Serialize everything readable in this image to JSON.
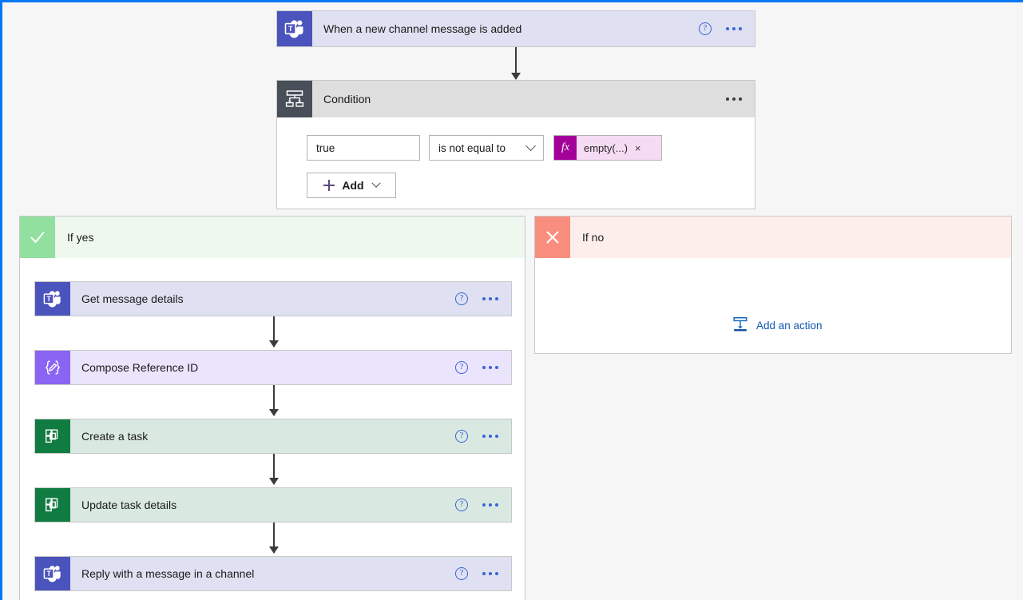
{
  "flow": {
    "trigger": {
      "title": "When a new channel message is added",
      "icon": "teams-icon",
      "help_icon": "help-icon",
      "more_icon": "more-options-icon"
    },
    "condition": {
      "title": "Condition",
      "icon": "condition-icon",
      "more_icon": "more-options-icon",
      "operand_left": "true",
      "operator": "is not equal to",
      "operand_right_fx": "fx",
      "operand_right_token": "empty(...)",
      "token_remove": "×",
      "add_label": "Add"
    },
    "branch_yes": {
      "label": "If yes",
      "badge_icon": "check-icon",
      "accent": "#92e0a0",
      "background": "#eef8ef",
      "actions": [
        {
          "title": "Get message details",
          "icon": "teams-icon",
          "icon_bg": "#4b53bc",
          "card_bg": "#dfe1f2"
        },
        {
          "title": "Compose Reference ID",
          "icon": "compose-icon",
          "icon_bg": "#8a64f3",
          "card_bg": "#eae4fd"
        },
        {
          "title": "Create a task",
          "icon": "planner-icon",
          "icon_bg": "#107c41",
          "card_bg": "#d9e9e1"
        },
        {
          "title": "Update task details",
          "icon": "planner-icon",
          "icon_bg": "#107c41",
          "card_bg": "#d9e9e1"
        },
        {
          "title": "Reply with a message in a channel",
          "icon": "teams-icon",
          "icon_bg": "#4b53bc",
          "card_bg": "#dfe1f2"
        }
      ]
    },
    "branch_no": {
      "label": "If no",
      "badge_icon": "close-icon",
      "accent": "#f98e7f",
      "background": "#fdeeec",
      "add_action_label": "Add an action",
      "add_action_icon": "add-action-icon"
    }
  },
  "colors": {
    "canvas": "#f6f6f6",
    "window_border": "#0078f2",
    "link_blue": "#0f57b3",
    "icon_blue": "#3b63d6",
    "fx_magenta": "#a4009a",
    "token_pink": "#f6dcf2"
  }
}
